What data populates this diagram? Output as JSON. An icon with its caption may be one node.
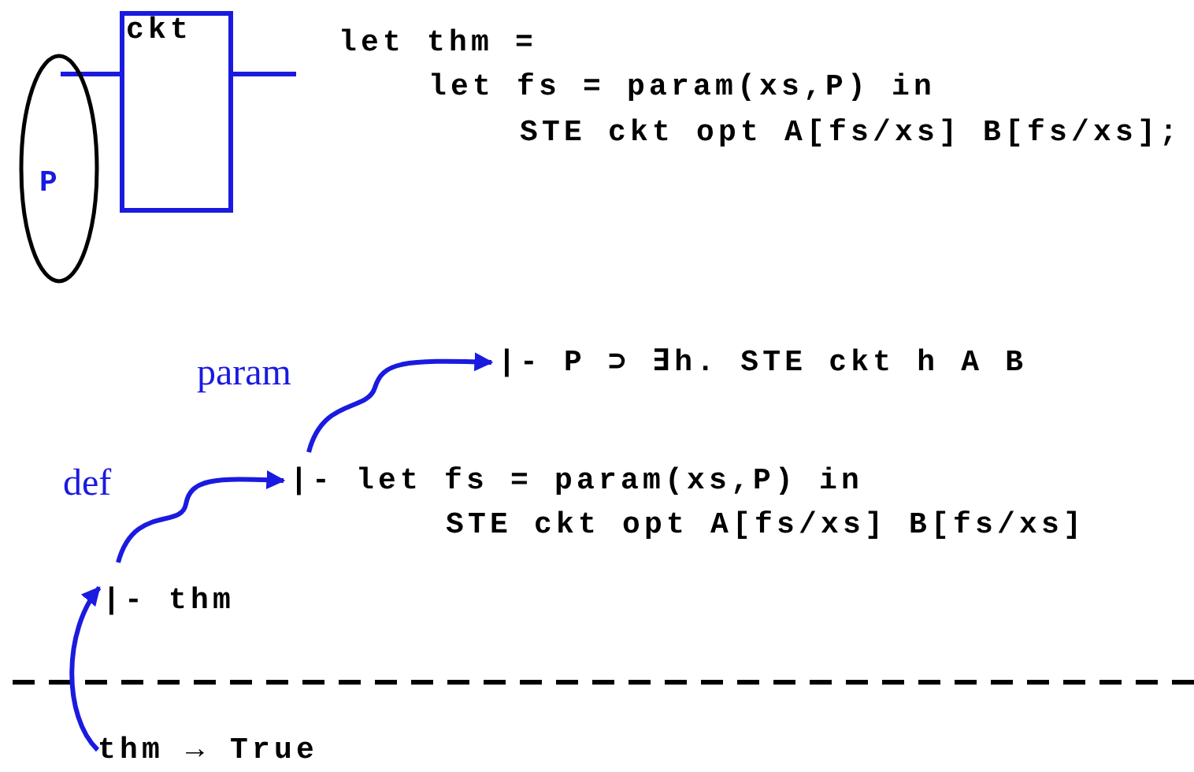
{
  "diagram": {
    "nodes": [
      {
        "text": [
          "P"
        ]
      },
      {
        "text": [
          "ckt"
        ]
      },
      {
        "text": [
          "|- P ⊃ ∃h. STE ckt h A B"
        ]
      },
      {
        "text": [
          "|- let fs = param(xs,P) in",
          "STE ckt opt A[fs/xs] B[fs/xs]"
        ]
      },
      {
        "text": [
          "|- thm"
        ]
      },
      {
        "text": [
          "thm → True"
        ]
      }
    ],
    "edges": [
      {
        "from": 0,
        "to": 1,
        "arrow": "none"
      },
      {
        "from": 5,
        "to": 4,
        "arrow": "to"
      },
      {
        "from": 4,
        "to": 3,
        "label": "def",
        "arrow": "to"
      },
      {
        "from": 3,
        "to": 2,
        "label": "param",
        "arrow": "to"
      }
    ],
    "labels": [
      "let thm =",
      "let fs = param(xs,P) in",
      "STE ckt opt A[fs/xs] B[fs/xs];"
    ]
  }
}
